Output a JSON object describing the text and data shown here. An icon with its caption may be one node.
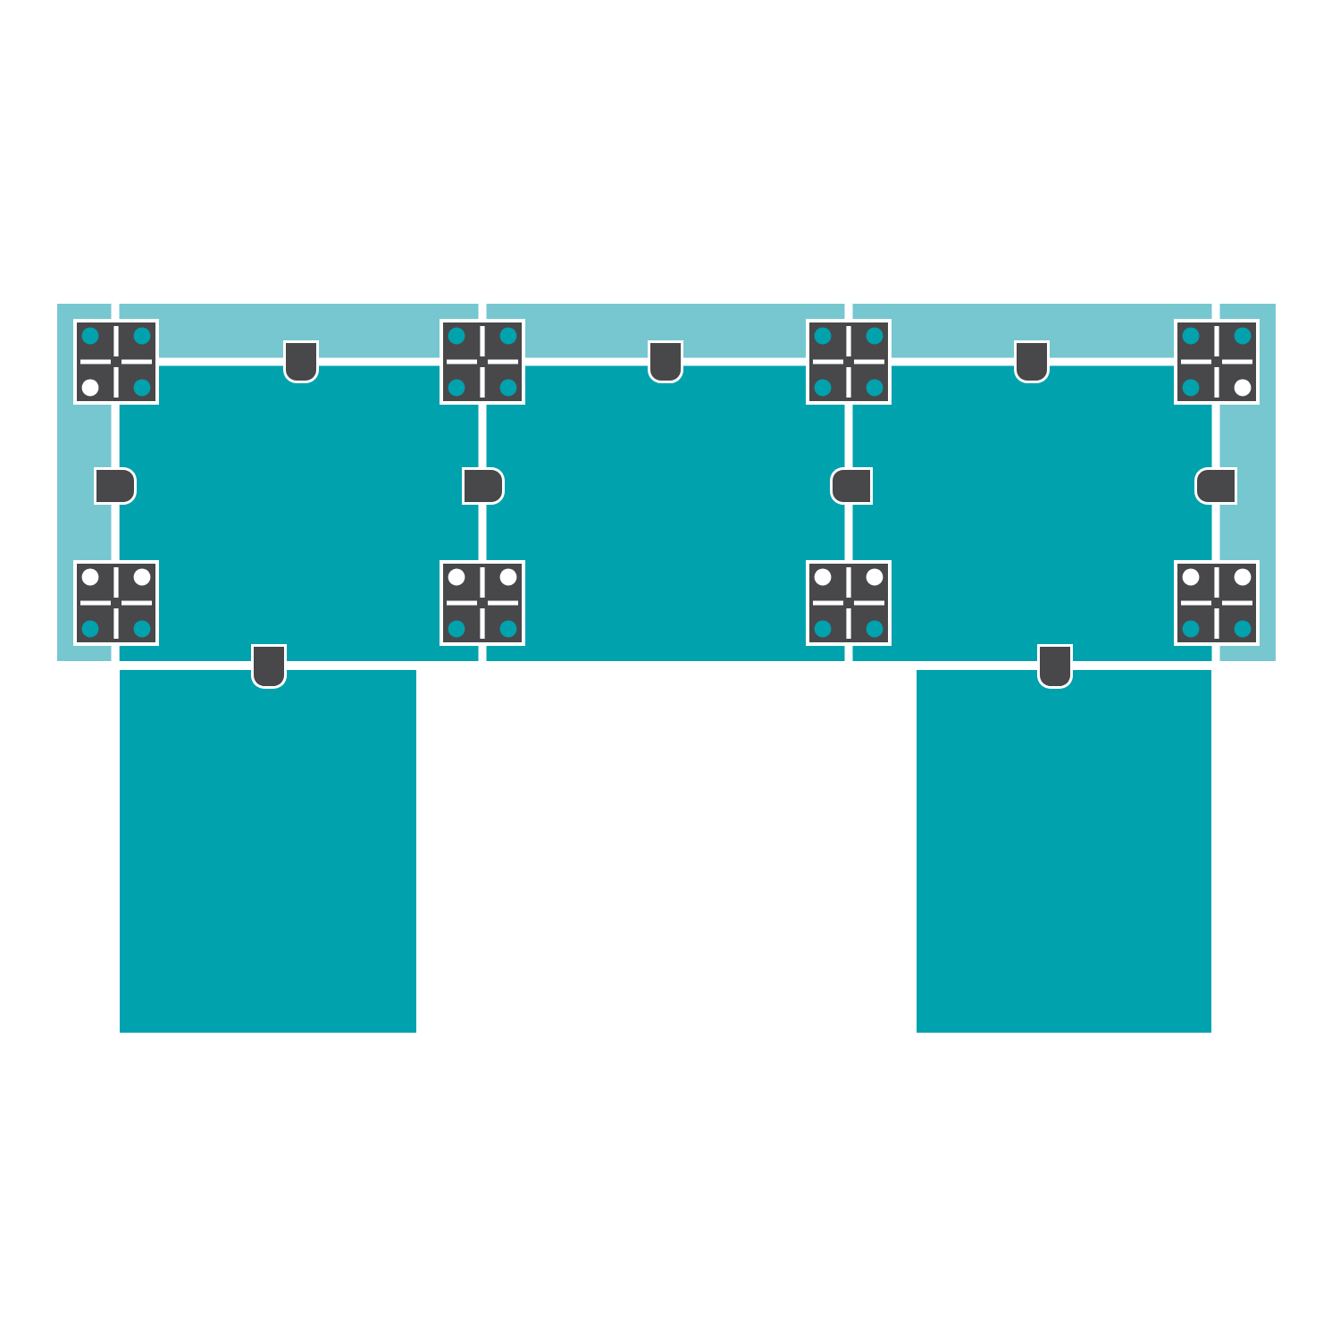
{
  "diagram": {
    "nodes": [
      {
        "text": [],
        "shape": "box"
      },
      {
        "text": [],
        "shape": "box",
        "in": 0
      },
      {
        "text": [],
        "shape": "box",
        "in": 0
      },
      {
        "text": [],
        "shape": "box",
        "in": 0
      },
      {
        "text": [],
        "shape": "box"
      },
      {
        "text": [],
        "shape": "box"
      }
    ]
  }
}
